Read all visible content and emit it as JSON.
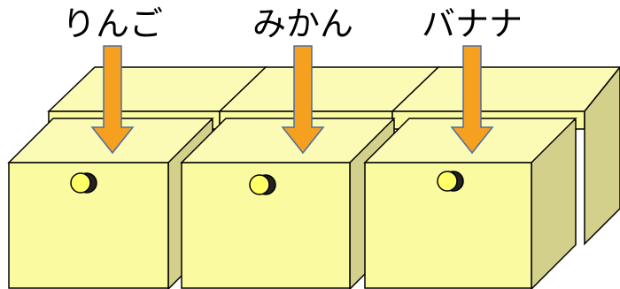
{
  "labels": {
    "box1": "りんご",
    "box2": "みかん",
    "box3": "バナナ"
  },
  "colors": {
    "box_front": "#fafaa0",
    "box_top": "#fbfbb5",
    "box_side": "#d2d08a",
    "outline": "#000000",
    "arrow_fill": "#f5a01e",
    "arrow_stroke": "#4a6ea8",
    "hole_light": "#ffff66",
    "hole_dark": "#222222"
  },
  "icons": {
    "arrow": "down-arrow-icon",
    "hole": "slot-hole-icon"
  }
}
